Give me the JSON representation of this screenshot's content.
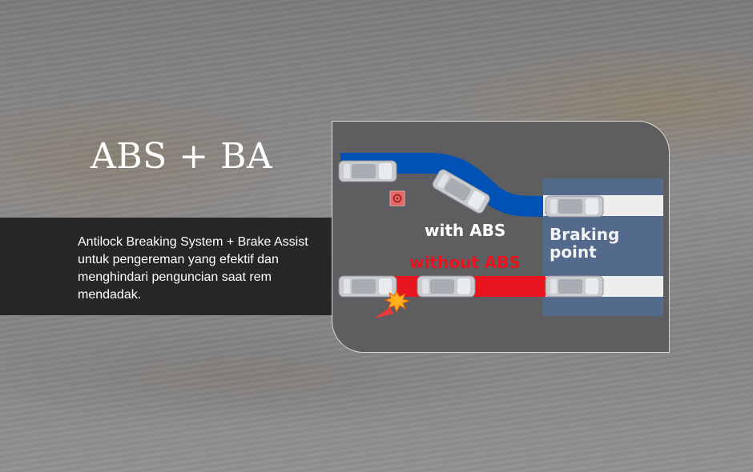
{
  "title": "ABS + BA",
  "description": "Antilock Breaking System + Brake Assist untuk pengereman yang efektif dan menghindari penguncian saat rem mendadak.",
  "diagram": {
    "with_abs_label": "with ABS",
    "without_abs_label": "without ABS",
    "braking_point_line1": "Braking",
    "braking_point_line2": "point",
    "icons": [
      "car-icon",
      "warning-light-icon",
      "crash-spark-icon",
      "traffic-cone-icon"
    ]
  },
  "colors": {
    "with_abs_path": "#0052b4",
    "without_abs_path": "#e8141e",
    "braking_zone": "#536a8c",
    "panel_bg": "#5e5e60",
    "band_bg": "#1e1e1e"
  }
}
